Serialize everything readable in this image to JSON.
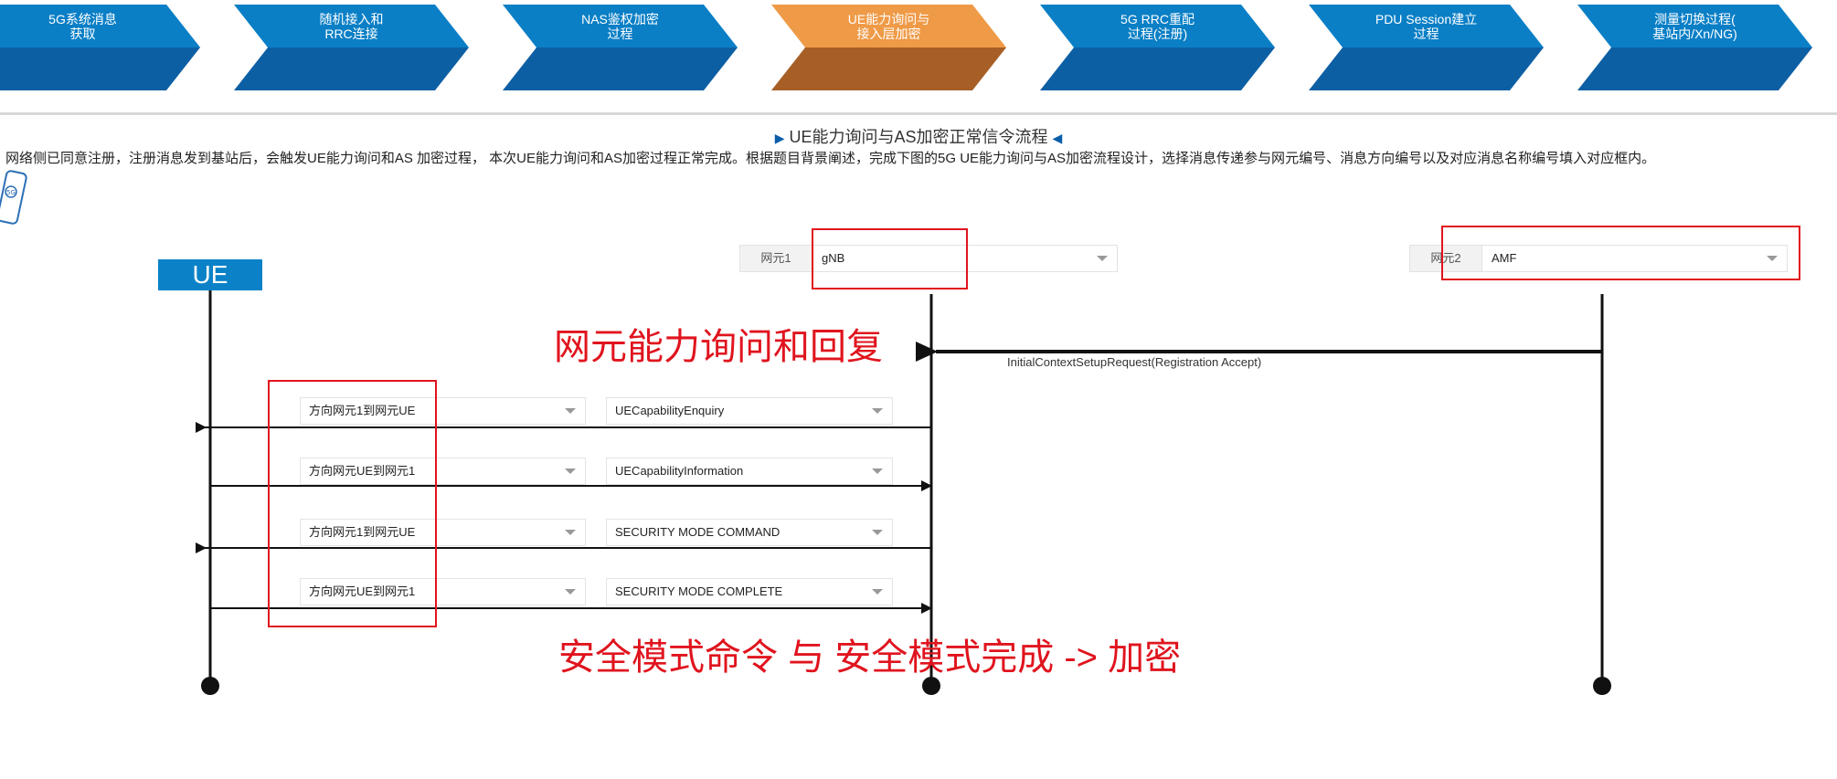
{
  "steps": [
    {
      "label": "5G系统消息\n获取",
      "active": false
    },
    {
      "label": "随机接入和\nRRC连接",
      "active": false
    },
    {
      "label": "NAS鉴权加密\n过程",
      "active": false
    },
    {
      "label": "UE能力询问与\n接入层加密",
      "active": true
    },
    {
      "label": "5G RRC重配\n过程(注册)",
      "active": false
    },
    {
      "label": "PDU Session建立\n过程",
      "active": false
    },
    {
      "label": "测量切换过程(\n基站内/Xn/NG)",
      "active": false
    }
  ],
  "colors": {
    "step_top": "#0a7fc6",
    "step_bottom": "#0d5fa4",
    "step_active_top": "#ef9a47",
    "step_active_bottom": "#a75f26",
    "annotation_red": "#e0141e",
    "ue_box": "#0b82c8"
  },
  "heading": {
    "text": "UE能力询问与AS加密正常信令流程"
  },
  "description": "网络侧已同意注册，注册消息发到基站后，会触发UE能力询问和AS 加密过程， 本次UE能力询问和AS加密过程正常完成。根据题目背景阐述，完成下图的5G UE能力询问与AS加密流程设计，选择消息传递参与网元编号、消息方向编号以及对应消息名称编号填入对应框内。",
  "ue": {
    "label": "UE"
  },
  "ne1": {
    "label": "网元1",
    "value": "gNB"
  },
  "ne2": {
    "label": "网元2",
    "value": "AMF"
  },
  "initial_message": "InitialContextSetupRequest(Registration Accept)",
  "messages": [
    {
      "direction": "方向网元1到网元UE",
      "name": "UECapabilityEnquiry"
    },
    {
      "direction": "方向网元UE到网元1",
      "name": "UECapabilityInformation"
    },
    {
      "direction": "方向网元1到网元UE",
      "name": "SECURITY MODE COMMAND"
    },
    {
      "direction": "方向网元UE到网元1",
      "name": "SECURITY MODE COMPLETE"
    }
  ],
  "annotations": {
    "capability": "网元能力询问和回复",
    "security": "安全模式命令 与 安全模式完成 -> 加密"
  },
  "icons": {
    "phone": "phone-5g-icon",
    "dropdown": "chevron-down-icon"
  }
}
